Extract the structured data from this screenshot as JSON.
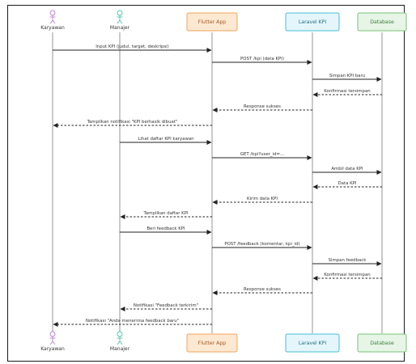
{
  "participants": [
    {
      "id": "karyawan",
      "kind": "actor",
      "label": "Karyawan",
      "stroke": "#c27bd6"
    },
    {
      "id": "manajer",
      "kind": "actor",
      "label": "Manajer",
      "stroke": "#4fc2a8"
    },
    {
      "id": "flutter",
      "kind": "box",
      "label": "Flutter App",
      "fill": "#fde8d2",
      "stroke": "#f0a35c",
      "text": "#a05a1c"
    },
    {
      "id": "laravel",
      "kind": "box",
      "label": "Laravel KPI",
      "fill": "#e4f6fb",
      "stroke": "#48bcd8",
      "text": "#1f6f84"
    },
    {
      "id": "database",
      "kind": "box",
      "label": "Database",
      "fill": "#e6f5e5",
      "stroke": "#79c27a",
      "text": "#3f7d3f"
    }
  ],
  "messages": [
    {
      "from": "karyawan",
      "to": "flutter",
      "label": "Input KPI (judul, target, deskripsi)",
      "style": "solid"
    },
    {
      "from": "flutter",
      "to": "laravel",
      "label": "POST /kpi (data KPI)",
      "style": "solid"
    },
    {
      "from": "laravel",
      "to": "database",
      "label": "Simpan KPI baru",
      "style": "solid"
    },
    {
      "from": "database",
      "to": "laravel",
      "label": "Konfirmasi tersimpan",
      "style": "dashed"
    },
    {
      "from": "laravel",
      "to": "flutter",
      "label": "Response sukses",
      "style": "dashed"
    },
    {
      "from": "flutter",
      "to": "karyawan",
      "label": "Tampilkan notifikasi \"KPI berhasik dibuat\"",
      "style": "dashed"
    },
    {
      "from": "manajer",
      "to": "flutter",
      "label": "Lihat daftar KPI karyawan",
      "style": "solid"
    },
    {
      "from": "flutter",
      "to": "laravel",
      "label": "GET /kpi?user_id=...",
      "style": "solid"
    },
    {
      "from": "laravel",
      "to": "database",
      "label": "Ambil data KPI",
      "style": "solid"
    },
    {
      "from": "database",
      "to": "laravel",
      "label": "Data KPI",
      "style": "dashed"
    },
    {
      "from": "laravel",
      "to": "flutter",
      "label": "Kirim data KPI",
      "style": "dashed"
    },
    {
      "from": "flutter",
      "to": "manajer",
      "label": "Tampilkan daftar KPI",
      "style": "dashed"
    },
    {
      "from": "manajer",
      "to": "flutter",
      "label": "Beri feedback KPI",
      "style": "solid"
    },
    {
      "from": "flutter",
      "to": "laravel",
      "label": "POST /feedback (komentar, kpi_id)",
      "style": "solid"
    },
    {
      "from": "laravel",
      "to": "database",
      "label": "Simpan feedback",
      "style": "solid"
    },
    {
      "from": "database",
      "to": "laravel",
      "label": "Konfirmasi tersimpan",
      "style": "dashed"
    },
    {
      "from": "laravel",
      "to": "flutter",
      "label": "Response sukses",
      "style": "dashed"
    },
    {
      "from": "flutter",
      "to": "manajer",
      "label": "Notifikasi \"Feedback terkirim\"",
      "style": "dashed"
    },
    {
      "from": "flutter",
      "to": "karyawan",
      "label": "Notifikasi \"Anda menerima feedback baru\"",
      "style": "dashed"
    }
  ]
}
